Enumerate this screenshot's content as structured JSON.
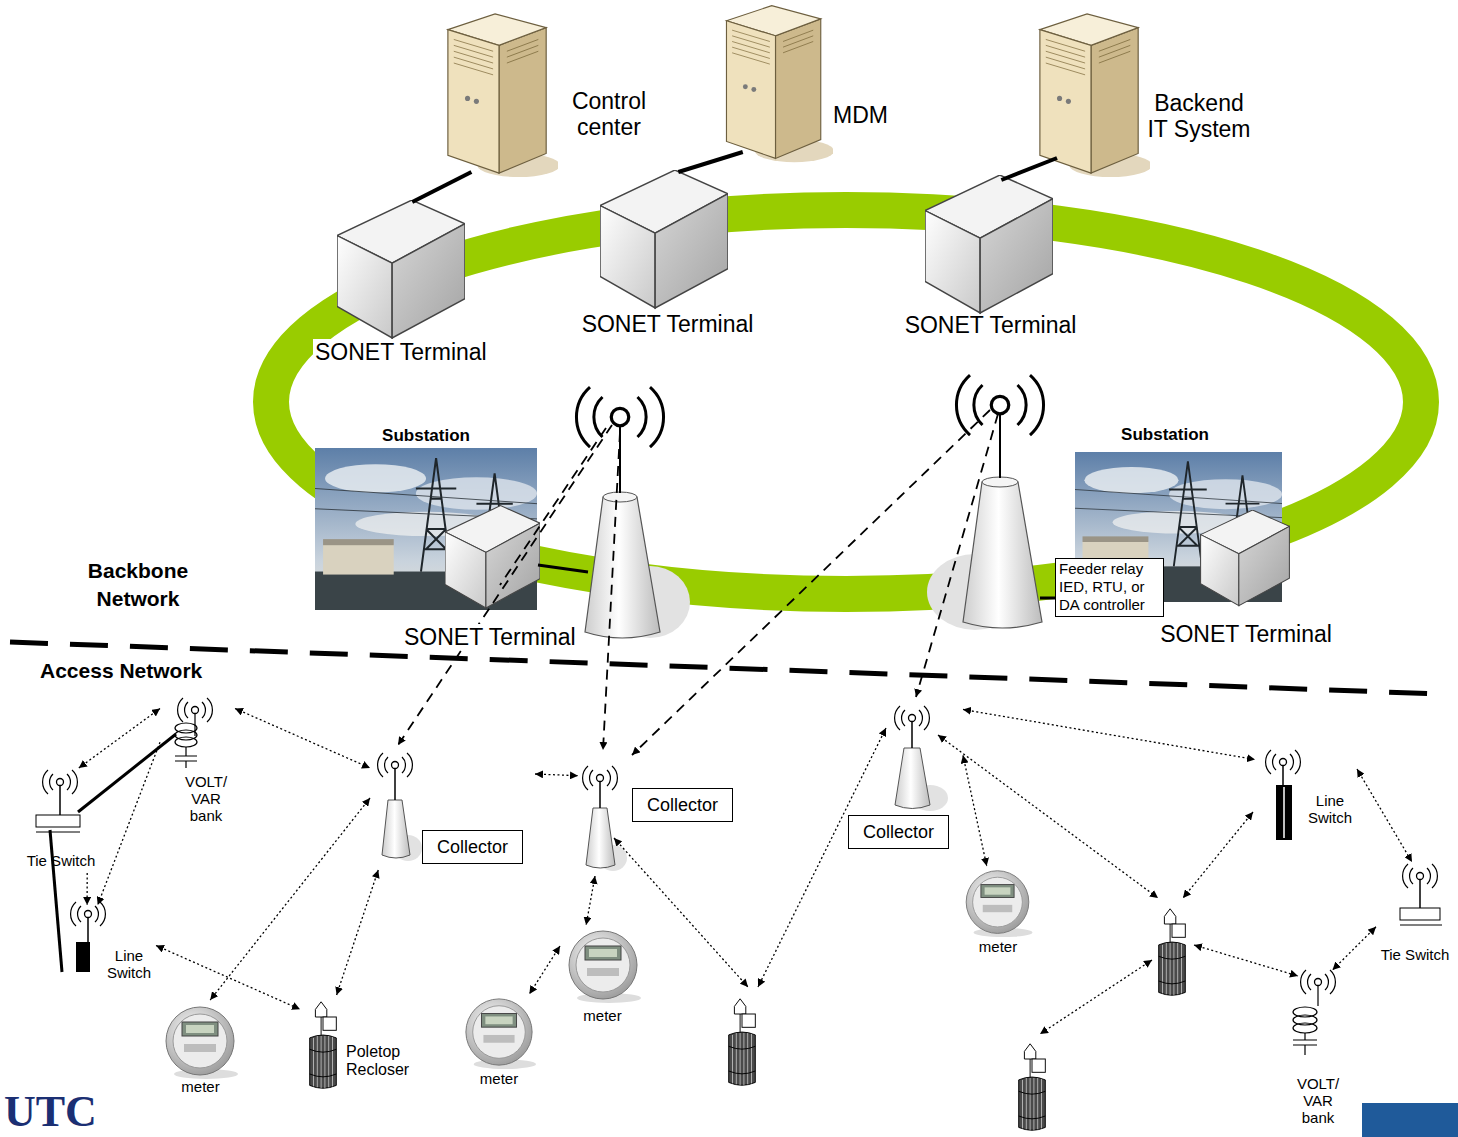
{
  "diagram": {
    "nodes": [
      {
        "text": [
          "Control center"
        ]
      },
      {
        "text": [
          "MDM"
        ]
      },
      {
        "text": [
          "Backend IT System"
        ]
      },
      {
        "text": [
          "SONET Terminal"
        ]
      },
      {
        "text": [
          "SONET Terminal"
        ]
      },
      {
        "text": [
          "SONET Terminal"
        ]
      },
      {
        "text": [
          "Substation"
        ]
      },
      {
        "text": [
          "SONET Terminal"
        ]
      },
      {
        "text": [
          "Substation"
        ]
      },
      {
        "text": [
          "Feeder relay IED, RTU, or DA controller"
        ]
      },
      {
        "text": [
          "SONET Terminal"
        ]
      },
      {
        "text": [
          "Collector"
        ]
      },
      {
        "text": [
          "Collector"
        ]
      },
      {
        "text": [
          "Collector"
        ]
      },
      {
        "text": [
          "VOLT/ VAR bank"
        ]
      },
      {
        "text": [
          "Tie Switch"
        ]
      },
      {
        "text": [
          "Line Switch"
        ]
      },
      {
        "text": [
          "meter"
        ]
      },
      {
        "text": [
          "Poletop Recloser"
        ]
      },
      {
        "text": [
          "meter"
        ]
      },
      {
        "text": [
          "meter"
        ]
      },
      {
        "text": [
          "meter"
        ]
      },
      {
        "text": [
          "Line Switch"
        ]
      },
      {
        "text": [
          "Tie Switch"
        ]
      },
      {
        "text": [
          "VOLT/ VAR bank"
        ]
      }
    ],
    "edges": [
      {
        "from": 0,
        "to": 3,
        "arrow": "none"
      },
      {
        "from": 1,
        "to": 4,
        "arrow": "none"
      },
      {
        "from": 2,
        "to": 5,
        "arrow": "none"
      },
      {
        "from": 14,
        "to": 15,
        "arrow": "both"
      },
      {
        "from": 15,
        "to": 16,
        "arrow": "to"
      },
      {
        "from": 14,
        "to": 16,
        "arrow": "to"
      },
      {
        "from": 14,
        "to": 11,
        "arrow": "both"
      },
      {
        "from": 11,
        "to": 12,
        "arrow": "both"
      },
      {
        "from": 11,
        "to": 17,
        "arrow": "both"
      },
      {
        "from": 11,
        "to": 18,
        "arrow": "both"
      },
      {
        "from": 16,
        "to": 18,
        "arrow": "both"
      },
      {
        "from": 12,
        "to": 19,
        "arrow": "both"
      },
      {
        "from": 19,
        "to": 20,
        "arrow": "both"
      },
      {
        "from": 13,
        "to": 21,
        "arrow": "both"
      },
      {
        "from": 13,
        "to": 22,
        "arrow": "both"
      },
      {
        "from": 22,
        "to": 23,
        "arrow": "both"
      },
      {
        "from": 23,
        "to": 24,
        "arrow": "both"
      }
    ],
    "labels": [
      "Backbone Network",
      "Access Network",
      "UTC"
    ]
  }
}
